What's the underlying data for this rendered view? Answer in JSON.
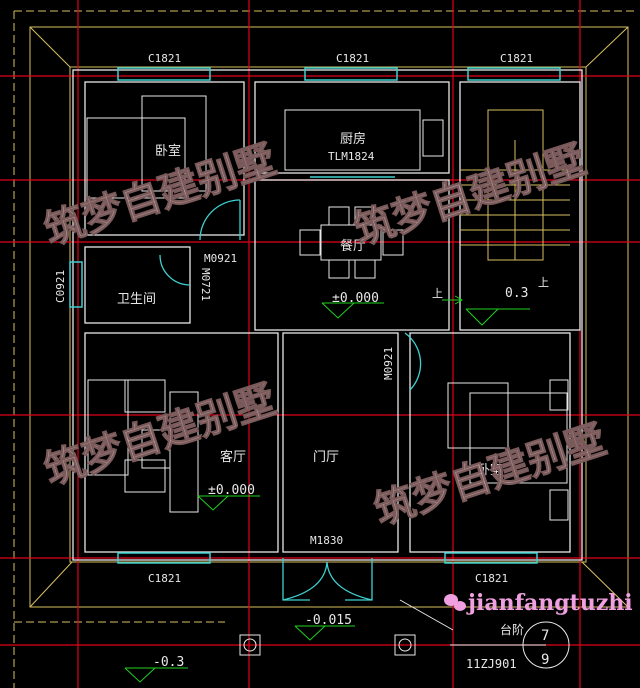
{
  "rooms": {
    "bedroom_top": "卧室",
    "kitchen": "厨房",
    "dining": "餐厅",
    "bathroom": "卫生间",
    "living": "客厅",
    "hall": "门厅",
    "bedroom_bottom": "卧室"
  },
  "windows": {
    "top_left": "C1821",
    "top_mid": "C1821",
    "top_right": "C1821",
    "bottom_left": "C1821",
    "bottom_right": "C1821",
    "bath": "C0921"
  },
  "doors": {
    "kitchen": "TLM1824",
    "bedroom": "M0921",
    "bath": "M0721",
    "bedroom_bottom": "M0921",
    "entry": "M1830"
  },
  "elevations": {
    "dining": "±0.000",
    "living": "±0.000",
    "stair": "0.3",
    "entry": "-0.015",
    "ground": "-0.3"
  },
  "stair_up": "上",
  "stair_up2": "上",
  "steps_label": "台阶",
  "detail_ref": {
    "top": "7",
    "bottom": "9",
    "code": "11ZJ901"
  },
  "watermark": "筑梦自建别墅",
  "site_watermark": "jianfangtuzhi",
  "colors": {
    "wall": "#e8e8e8",
    "grid": "#e0001a",
    "window": "#3fd0d0",
    "roof": "#d8c060",
    "elevation": "#20d020",
    "watermark": "#c9a9a9",
    "site": "#f0a0e0"
  }
}
